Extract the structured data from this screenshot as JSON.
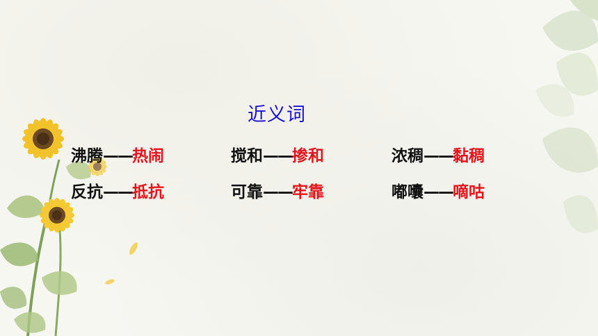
{
  "title": "近义词",
  "dash": "——",
  "rows": [
    [
      {
        "word": "沸腾",
        "synonym": "热闹"
      },
      {
        "word": "搅和",
        "synonym": "掺和"
      },
      {
        "word": "浓稠",
        "synonym": "黏稠"
      }
    ],
    [
      {
        "word": "反抗",
        "synonym": "抵抗"
      },
      {
        "word": "可靠",
        "synonym": "牢靠"
      },
      {
        "word": "嘟囔",
        "synonym": "嘀咕"
      }
    ]
  ],
  "colors": {
    "title": "#1a0fd8",
    "word": "#111111",
    "synonym": "#e3141b",
    "background": "#f7f7f2"
  },
  "decorations": [
    "sunflower-cluster-illustration",
    "leaf-illustration"
  ]
}
